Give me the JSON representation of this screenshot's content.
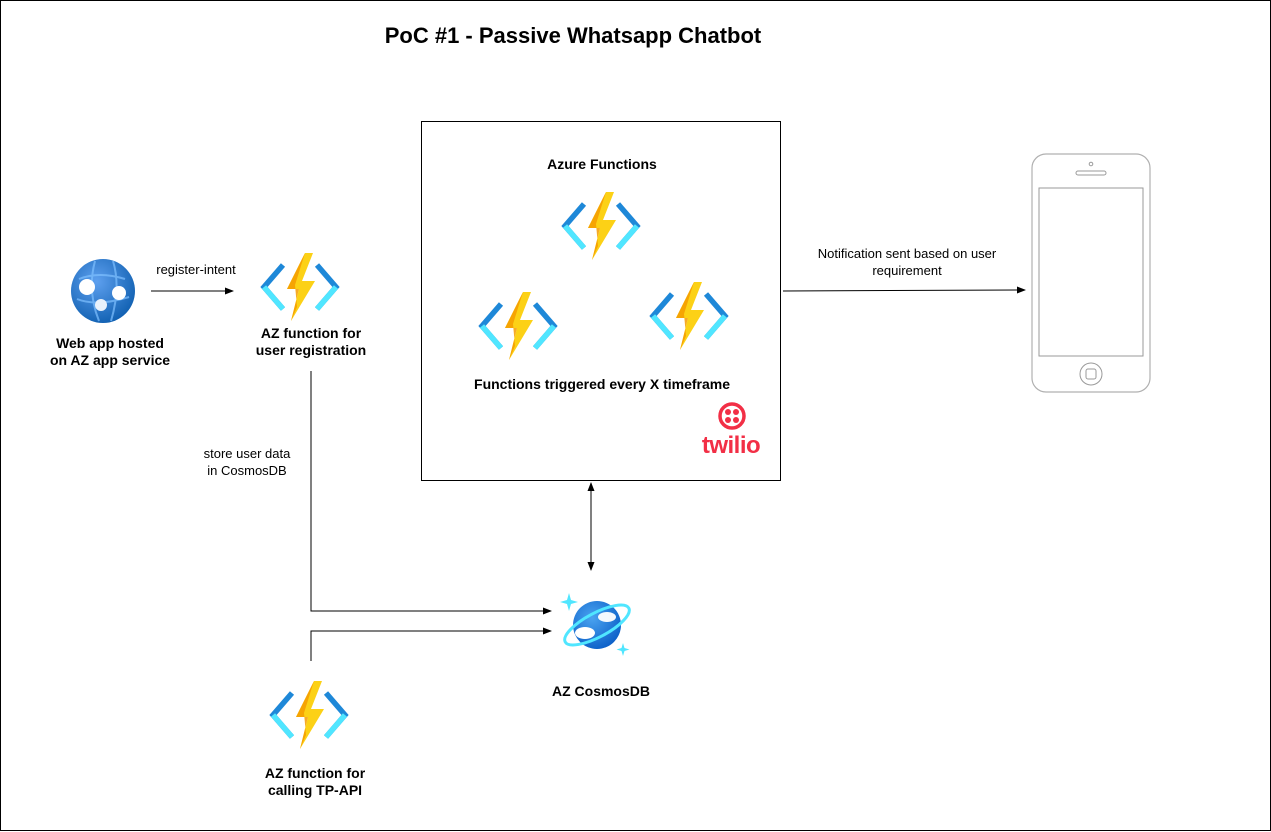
{
  "title": "PoC #1 - Passive Whatsapp Chatbot",
  "nodes": {
    "web_app": {
      "label": "Web app hosted\non AZ app service",
      "icon": "azure-app-service-icon"
    },
    "fn_registration": {
      "label": "AZ function for\nuser registration",
      "icon": "azure-function-icon"
    },
    "fn_tp_api": {
      "label": "AZ function for\ncalling TP-API",
      "icon": "azure-function-icon"
    },
    "cosmosdb": {
      "label": "AZ CosmosDB",
      "icon": "azure-cosmosdb-icon"
    },
    "functions_group": {
      "heading": "Azure Functions",
      "caption": "Functions triggered every X timeframe",
      "brand": "twilio",
      "brand_color": "#f22f46"
    },
    "phone": {
      "icon": "mobile-phone-icon"
    }
  },
  "edges": {
    "register_intent": "register-intent",
    "store_user_data": "store user data\nin CosmosDB",
    "notification": "Notification sent based on user\nrequirement"
  },
  "colors": {
    "bolt_light": "#fcd116",
    "bolt_dark": "#f59c00",
    "bracket_dark": "#1e88d8",
    "bracket_light": "#50e6ff",
    "sphere_blue": "#1976d2"
  }
}
